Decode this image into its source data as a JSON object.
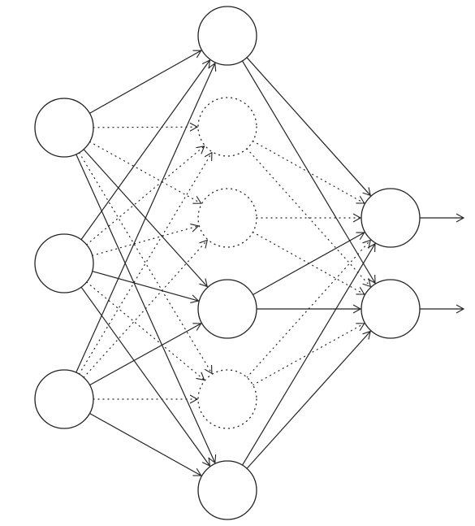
{
  "diagram": {
    "type": "neural-network-dropout",
    "layers": [
      {
        "name": "input",
        "nodes": [
          {
            "id": "in-1",
            "active": true
          },
          {
            "id": "in-2",
            "active": true
          },
          {
            "id": "in-3",
            "active": true
          }
        ]
      },
      {
        "name": "hidden",
        "nodes": [
          {
            "id": "h-1",
            "active": true
          },
          {
            "id": "h-2",
            "active": false
          },
          {
            "id": "h-3",
            "active": false
          },
          {
            "id": "h-4",
            "active": true
          },
          {
            "id": "h-5",
            "active": false
          },
          {
            "id": "h-6",
            "active": true
          }
        ]
      },
      {
        "name": "output",
        "nodes": [
          {
            "id": "out-1",
            "active": true
          },
          {
            "id": "out-2",
            "active": true
          }
        ]
      }
    ],
    "connections": "fully-connected",
    "dropped_style": "dotted",
    "output_arrows": 2,
    "colors": {
      "stroke": "#222222",
      "background": "#ffffff"
    }
  }
}
